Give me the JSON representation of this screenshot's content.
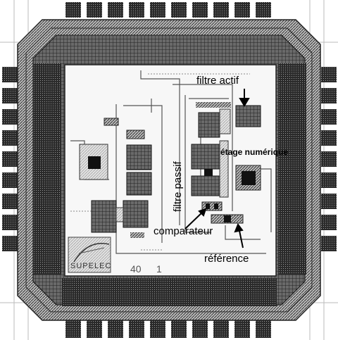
{
  "figure": {
    "labels": {
      "filtre_actif": "filtre actif",
      "etage_numerique": "étage numérique",
      "filtre_passif": "filtre passif",
      "comparateur": "comparateur",
      "reference": "référence"
    },
    "chip_marks": {
      "logo": "SUPELEC",
      "number_a": "40",
      "number_b": "1"
    }
  }
}
